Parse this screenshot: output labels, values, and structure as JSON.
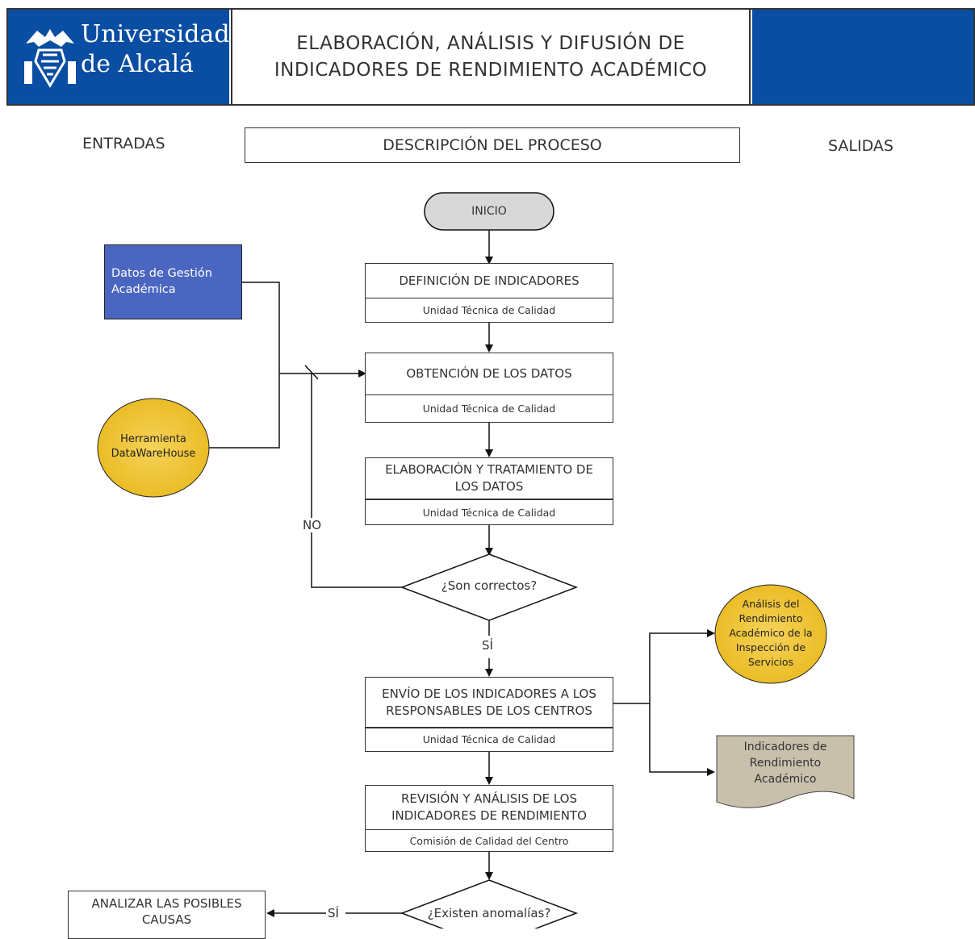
{
  "header": {
    "logo_line1": "Universidad",
    "logo_line2": "de Alcalá",
    "title_line1": "ELABORACIÓN, ANÁLISIS Y DIFUSIÓN DE",
    "title_line2": "INDICADORES DE RENDIMIENTO ACADÉMICO"
  },
  "columns": {
    "inputs": "ENTRADAS",
    "process": "DESCRIPCIÓN DEL PROCESO",
    "outputs": "SALIDAS"
  },
  "start": "INICIO",
  "steps": [
    {
      "title": "DEFINICIÓN DE INDICADORES",
      "owner": "Unidad Técnica de Calidad"
    },
    {
      "title": "OBTENCIÓN DE LOS DATOS",
      "owner": "Unidad Técnica de Calidad"
    },
    {
      "title_line1": "ELABORACIÓN Y TRATAMIENTO DE",
      "title_line2": "LOS DATOS",
      "owner": "Unidad Técnica de Calidad"
    },
    {
      "title_line1": "ENVÍO DE LOS INDICADORES A LOS",
      "title_line2": "RESPONSABLES DE LOS CENTROS",
      "owner": "Unidad Técnica de Calidad"
    },
    {
      "title_line1": "REVISIÓN Y ANÁLISIS DE LOS",
      "title_line2": "INDICADORES DE RENDIMIENTO",
      "owner": "Comisión de Calidad del Centro"
    }
  ],
  "decisions": [
    {
      "label": "¿Son correctos?",
      "no": "NO",
      "yes": "SÍ"
    },
    {
      "label": "¿Existen anomalías?",
      "yes": "SÍ"
    }
  ],
  "inputs": [
    {
      "line1": "Datos de Gestión",
      "line2": "Académica"
    },
    {
      "line1": "Herramienta",
      "line2": "DataWareHouse"
    }
  ],
  "outputs": [
    {
      "line1": "Análisis del",
      "line2": "Rendimiento",
      "line3": "Académico de la",
      "line4": "Inspección de",
      "line5": "Servicios"
    },
    {
      "line1": "Indicadores de",
      "line2": "Rendimiento",
      "line3": "Académico"
    }
  ],
  "final_action": {
    "line1": "ANALIZAR LAS POSIBLES",
    "line2": "CAUSAS"
  },
  "colors": {
    "brand_blue": "#0a4ea3",
    "input_blue": "#4a66c0",
    "gold": "#f1c231",
    "document_tan": "#c9c0ac",
    "start_gray": "#d8d8d8"
  }
}
